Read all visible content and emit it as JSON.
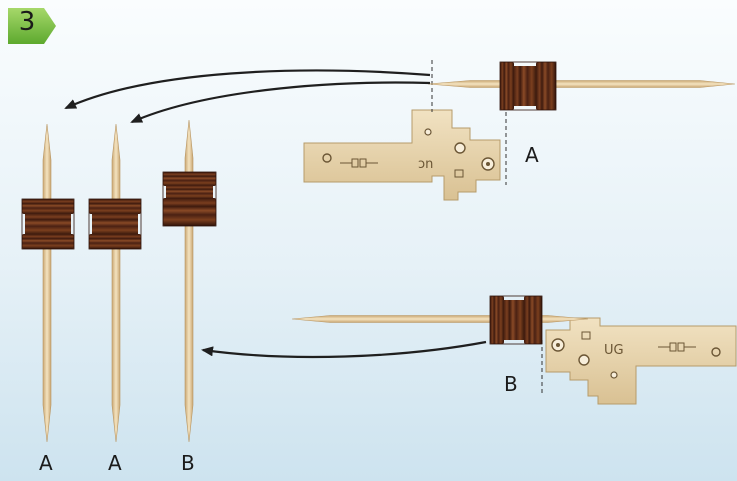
{
  "step": {
    "number": "3"
  },
  "labels": {
    "stick_a_upper": "A",
    "stick_b_lower": "B",
    "bottom_1": "A",
    "bottom_2": "A",
    "bottom_3": "B"
  },
  "plate_engravings": {
    "upper": "ɔn",
    "lower": "UG"
  },
  "colors": {
    "badge_green": "#7dc242",
    "wood_dark": "#4a2113",
    "wood_mid": "#7a3e1f",
    "stick": "#e8d2a4",
    "plate": "#e9d7b0",
    "arrow": "#1f1f1f"
  }
}
